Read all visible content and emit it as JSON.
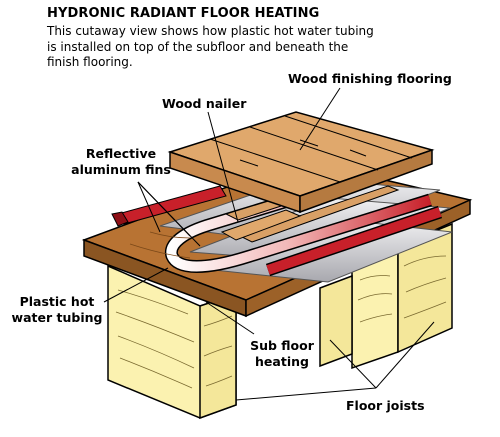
{
  "header": {
    "title": "HYDRONIC RADIANT FLOOR HEATING",
    "caption": "This cutaway view shows how plastic hot water tubing is installed on top of the subfloor and beneath the finish flooring."
  },
  "labels": {
    "wood_finishing_flooring": "Wood finishing flooring",
    "wood_nailer": "Wood nailer",
    "reflective_fins_line1": "Reflective",
    "reflective_fins_line2": "aluminum fins",
    "plastic_tubing_line1": "Plastic hot",
    "plastic_tubing_line2": "water tubing",
    "sub_floor_line1": "Sub floor",
    "sub_floor_line2": "heating",
    "floor_joists": "Floor joists"
  },
  "colors": {
    "subfloor": "#b87333",
    "finish_wood": "#d9a066",
    "joist": "#fbf2b0",
    "tubing_red": "#c8202a",
    "aluminum": "#c8c8cc"
  }
}
